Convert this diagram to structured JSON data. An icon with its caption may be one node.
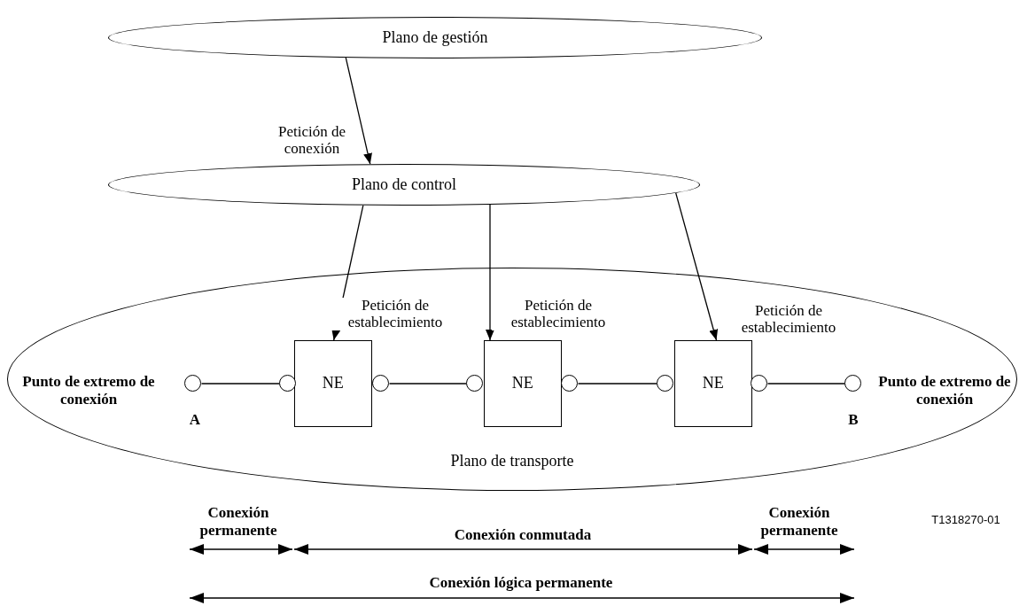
{
  "diagram": {
    "nodes": [
      {
        "text": [
          "Plano de gestión"
        ]
      },
      {
        "text": [
          "Plano de control"
        ]
      },
      {
        "text": [
          "Plano de transporte"
        ]
      },
      {
        "text": [
          "NE"
        ],
        "in": 2
      },
      {
        "text": [
          "NE"
        ],
        "in": 2
      },
      {
        "text": [
          "NE"
        ],
        "in": 2
      },
      {
        "text": [],
        "shape": "circle",
        "in": 2,
        "beside": [
          "Punto de extremo de conexión",
          "A"
        ]
      },
      {
        "text": [],
        "shape": "circle",
        "in": 2
      },
      {
        "text": [],
        "shape": "circle",
        "in": 2
      },
      {
        "text": [],
        "shape": "circle",
        "in": 2
      },
      {
        "text": [],
        "shape": "circle",
        "in": 2
      },
      {
        "text": [],
        "shape": "circle",
        "in": 2
      },
      {
        "text": [],
        "shape": "circle",
        "in": 2
      },
      {
        "text": [],
        "shape": "circle",
        "in": 2,
        "beside": [
          "Punto de extremo de conexión",
          "B"
        ]
      }
    ],
    "edges": [
      {
        "from": 0,
        "to": 1,
        "arrow": "to",
        "label": "Petición de conexión"
      },
      {
        "from": 1,
        "to": 3,
        "arrow": "to",
        "label": "Petición de establecimiento"
      },
      {
        "from": 1,
        "to": 4,
        "arrow": "to",
        "label": "Petición de establecimiento"
      },
      {
        "from": 1,
        "to": 5,
        "arrow": "to",
        "label": "Petición de establecimiento"
      },
      {
        "from": 6,
        "to": 7,
        "arrow": "none"
      },
      {
        "from": 8,
        "to": 9,
        "arrow": "none"
      },
      {
        "from": 10,
        "to": 11,
        "arrow": "none"
      },
      {
        "from": 12,
        "to": 13,
        "arrow": "none"
      }
    ],
    "labels": [
      "T1318270-01",
      "Conexión permanente",
      "Conexión conmutada",
      "Conexión permanente",
      "Conexión lógica permanente"
    ]
  }
}
